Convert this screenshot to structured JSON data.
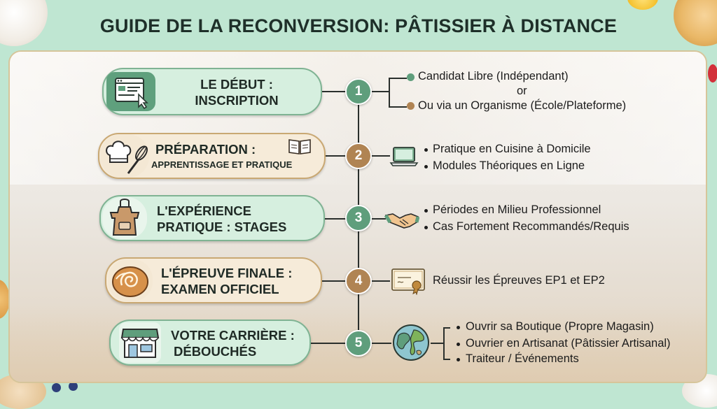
{
  "title": "GUIDE DE LA RECONVERSION: PÂTISSIER À DISTANCE",
  "colors": {
    "green": "#5f9e7c",
    "tan": "#b08453",
    "pill_green": "#d6efdf",
    "pill_tan": "#f6ebd9",
    "background": "#bfe6d2"
  },
  "steps": [
    {
      "number": "1",
      "title_line1": "LE DÉBUT :",
      "title_line2": "INSCRIPTION",
      "icon": "browser-click-icon",
      "side_icon": "",
      "details": [
        "Candidat Libre (Indépendant)",
        "or",
        "Ou via un Organisme (École/Plateforme)"
      ]
    },
    {
      "number": "2",
      "title_line1": "PRÉPARATION :",
      "title_line2": "APPRENTISSAGE ET PRATIQUE",
      "icon": "chef-hat-whisk-icon",
      "title_icon": "open-book-icon",
      "side_icon": "laptop-icon",
      "details": [
        "Pratique en Cuisine à Domicile",
        "Modules Théoriques en Ligne"
      ]
    },
    {
      "number": "3",
      "title_line1": "L'EXPÉRIENCE",
      "title_line2": "PRATIQUE : STAGES",
      "icon": "apron-icon",
      "side_icon": "handshake-icon",
      "details": [
        "Périodes en Milieu Professionnel",
        "Cas Fortement Recommandés/Requis"
      ]
    },
    {
      "number": "4",
      "title_line1": "L'ÉPREUVE FINALE :",
      "title_line2": "EXAMEN OFFICIEL",
      "icon": "cinnamon-roll-icon",
      "side_icon": "certificate-icon",
      "details": [
        "Réussir les Épreuves EP1 et EP2"
      ]
    },
    {
      "number": "5",
      "title_line1": "VOTRE CARRIÈRE :",
      "title_line2": "DÉBOUCHÉS",
      "icon": "shop-icon",
      "side_icon": "globe-icon",
      "details": [
        "Ouvrir sa Boutique (Propre Magasin)",
        "Ouvrier en Artisanat (Pâtissier Artisanal)",
        "Traiteur / Événements"
      ]
    }
  ]
}
